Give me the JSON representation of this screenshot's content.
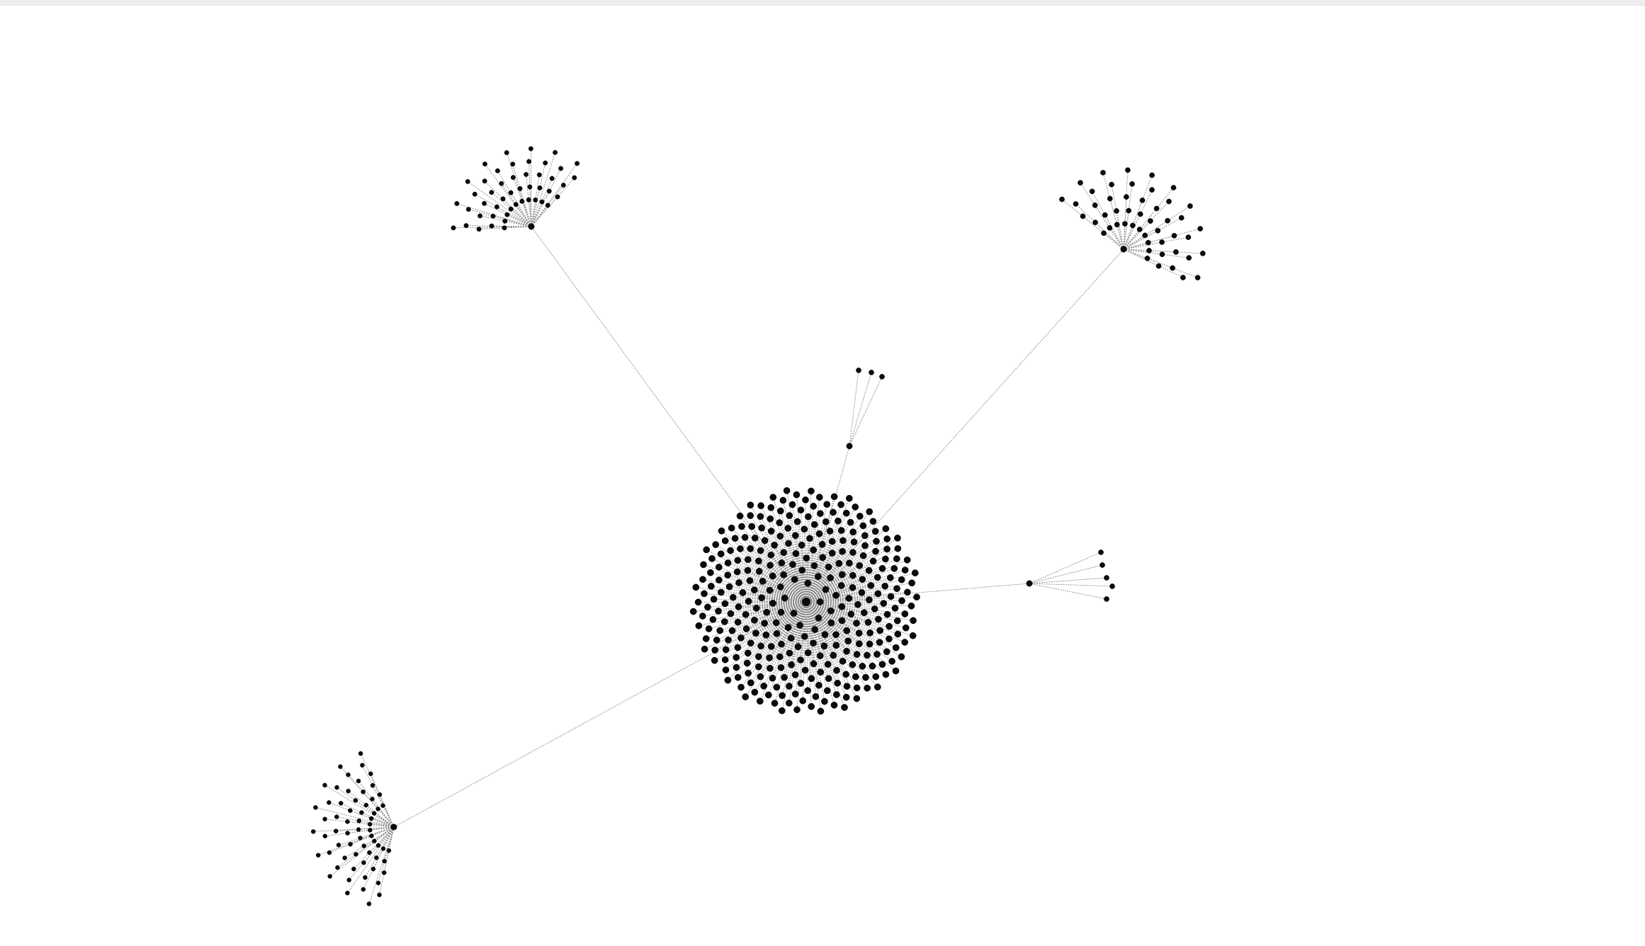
{
  "graph": {
    "type": "network",
    "background_color": "#ffffff",
    "node_color": "#0b0b0b",
    "edge_color": "#8a8a8a",
    "hubs": [
      {
        "id": "central-hub",
        "leaf_count": 340
      },
      {
        "id": "upper-left-hub",
        "leaf_count": 48
      },
      {
        "id": "upper-right-hub",
        "leaf_count": 50
      },
      {
        "id": "lower-left-hub",
        "leaf_count": 64
      },
      {
        "id": "small-upper-hub",
        "leaf_count": 3
      },
      {
        "id": "small-right-hub",
        "leaf_count": 5
      }
    ],
    "hub_links": [
      [
        "central-hub",
        "upper-left-hub"
      ],
      [
        "central-hub",
        "upper-right-hub"
      ],
      [
        "central-hub",
        "lower-left-hub"
      ],
      [
        "central-hub",
        "small-upper-hub"
      ],
      [
        "central-hub",
        "small-right-hub"
      ]
    ]
  }
}
